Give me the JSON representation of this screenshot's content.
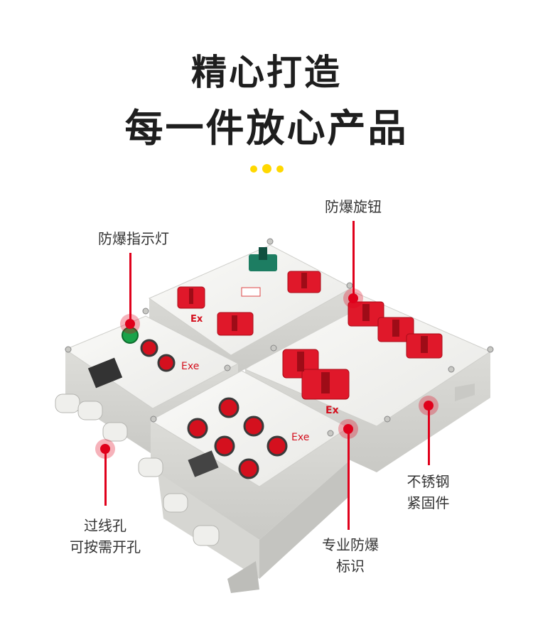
{
  "headline": {
    "line1": "精心打造",
    "line2": "每一件放心产品"
  },
  "accent_color": "#ffd800",
  "callout_color": "#e0001b",
  "callouts": {
    "indicator": {
      "text": "防爆指示灯"
    },
    "knob": {
      "text": "防爆旋钮"
    },
    "fastener": {
      "line1": "不锈钢",
      "line2": "紧固件"
    },
    "marking": {
      "line1": "专业防爆",
      "line2": "标识"
    },
    "cable_hole": {
      "line1": "过线孔",
      "line2": "可按需开孔"
    }
  },
  "product_marks": {
    "ex": "Ex",
    "exe": "Exe"
  }
}
